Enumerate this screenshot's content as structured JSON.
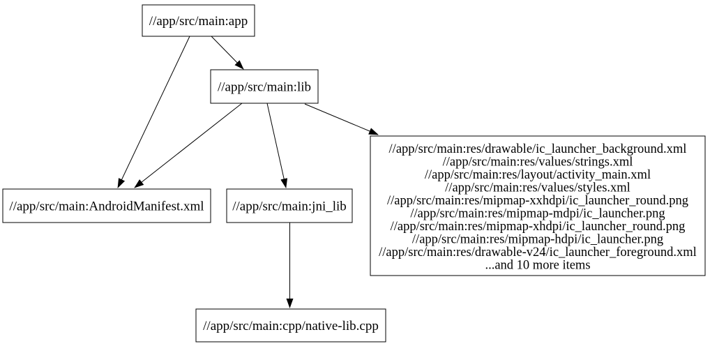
{
  "diagram": {
    "type": "dependency-graph",
    "colors": {
      "background": "#ffffff",
      "node_fill": "#ffffff",
      "node_border": "#000000",
      "edge": "#000000",
      "text": "#000000"
    },
    "nodes": {
      "app": {
        "label": "//app/src/main:app"
      },
      "lib": {
        "label": "//app/src/main:lib"
      },
      "android_manifest": {
        "label": "//app/src/main:AndroidManifest.xml"
      },
      "jni_lib": {
        "label": "//app/src/main:jni_lib"
      },
      "native_lib_cpp": {
        "label": "//app/src/main:cpp/native-lib.cpp"
      },
      "res_files": {
        "lines": [
          "//app/src/main:res/drawable/ic_launcher_background.xml",
          "//app/src/main:res/values/strings.xml",
          "//app/src/main:res/layout/activity_main.xml",
          "//app/src/main:res/values/styles.xml",
          "//app/src/main:res/mipmap-xxhdpi/ic_launcher_round.png",
          "//app/src/main:res/mipmap-mdpi/ic_launcher.png",
          "//app/src/main:res/mipmap-xhdpi/ic_launcher_round.png",
          "//app/src/main:res/mipmap-hdpi/ic_launcher.png",
          "//app/src/main:res/drawable-v24/ic_launcher_foreground.xml",
          "...and 10 more items"
        ]
      }
    },
    "edges": [
      {
        "from": "app",
        "to": "lib"
      },
      {
        "from": "app",
        "to": "android_manifest"
      },
      {
        "from": "lib",
        "to": "android_manifest"
      },
      {
        "from": "lib",
        "to": "jni_lib"
      },
      {
        "from": "lib",
        "to": "res_files"
      },
      {
        "from": "jni_lib",
        "to": "native_lib_cpp"
      }
    ]
  }
}
